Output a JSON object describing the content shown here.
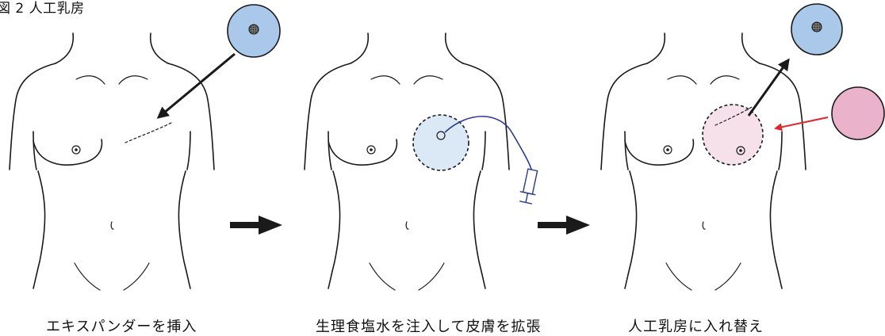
{
  "figure": {
    "title": "図 2 人工乳房",
    "steps": [
      {
        "caption": "エキスパンダーを挿入"
      },
      {
        "caption": "生理食塩水を注入して皮膚を拡張"
      },
      {
        "caption": "人工乳房に入れ替え"
      }
    ]
  },
  "colors": {
    "expander_blue": "#a9c8ea",
    "implant_pink": "#ebb2cb",
    "arrow_black": "#1a1a1a",
    "arrow_red": "#e0262b",
    "tube_navy": "#2b3a8c",
    "expanded_fill": "#dbe8f5",
    "implant_fill": "#f6e1ea"
  }
}
